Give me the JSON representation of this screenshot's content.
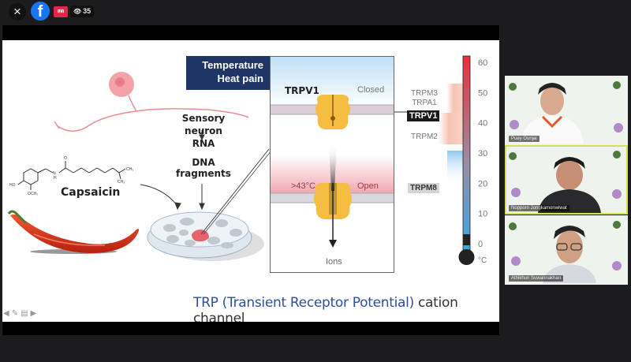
{
  "topbar": {
    "close_icon": "×",
    "facebook_glyph": "f",
    "live_badge": "สด",
    "viewer_icon": "eye-icon",
    "viewer_count": "35"
  },
  "slide": {
    "temperature_box": {
      "line1": "Temperature",
      "line2": "Heat pain"
    },
    "sensory_neuron": "Sensory neuron",
    "rna": "RNA",
    "arrow_down": "↓",
    "dna_fragments": "DNA fragments",
    "capsaicin": "Capsaicin",
    "chem_labels": {
      "o": "O",
      "n": "N",
      "h": "H",
      "ch3_top": "CH₃",
      "ch3_bottom": "CH₃",
      "ho": "HO",
      "och3": "OCH₃"
    },
    "panel": {
      "trpv1": "TRPV1",
      "closed": "Closed",
      "temp_threshold": ">43°C",
      "open": "Open",
      "ions": "Ions"
    },
    "channels": {
      "trpm3": "TRPM3",
      "trpa1": "TRPA1",
      "trpv1": "TRPV1",
      "trpm2": "TRPM2",
      "trpm8": "TRPM8"
    },
    "thermometer": {
      "ticks": [
        "60",
        "50",
        "40",
        "30",
        "20",
        "10",
        "0"
      ],
      "unit": "°C",
      "range": [
        0,
        60
      ]
    },
    "caption": {
      "blue_part": "TRP (Transient Receptor Potential)",
      "black_part": " cation channel"
    },
    "nav_tools": [
      "◀",
      "✎",
      "▤",
      "▶"
    ]
  },
  "participants": [
    {
      "name": "Puey Ounjai",
      "active": false
    },
    {
      "name": "Nopporn Jongkamonwiwat",
      "active": true
    },
    {
      "name": "Athikhun Suwannakhan",
      "active": false
    }
  ],
  "colors": {
    "slide_navy": "#1f3566",
    "caption_blue": "#2e4f9a",
    "channel_yellow": "#f5bd42",
    "pepper_red": "#d9321e",
    "thermo_hot": "#e03a3a",
    "thermo_cold": "#3aa7e0",
    "active_speaker": "#d4e157"
  }
}
